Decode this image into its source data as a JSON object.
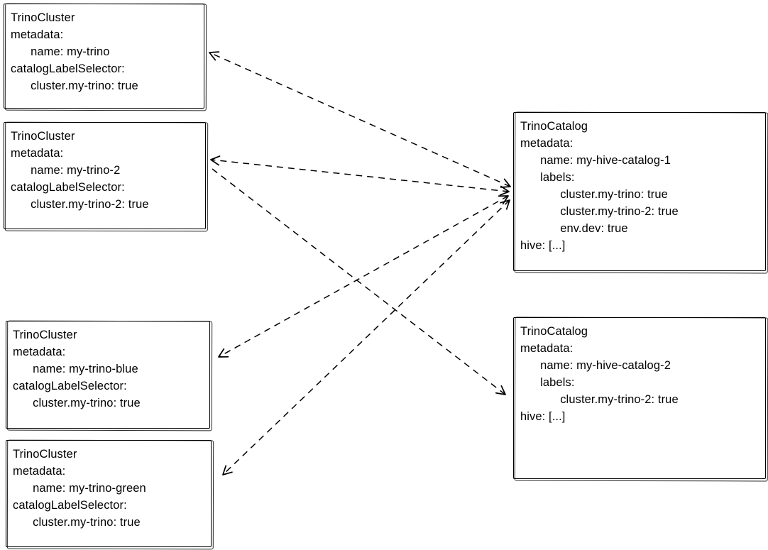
{
  "diagram": {
    "title": "TrinoCluster / TrinoCatalog label selector matching",
    "colors": {
      "ink": "#000000",
      "background": "#ffffff"
    },
    "nodes": [
      {
        "id": "my-trino",
        "kind": "TrinoCluster",
        "lines": [
          "TrinoCluster",
          "metadata:",
          "      name: my-trino",
          "catalogLabelSelector:",
          "      cluster.my-trino: true"
        ]
      },
      {
        "id": "my-trino-2",
        "kind": "TrinoCluster",
        "lines": [
          "TrinoCluster",
          "metadata:",
          "      name: my-trino-2",
          "catalogLabelSelector:",
          "      cluster.my-trino-2: true"
        ]
      },
      {
        "id": "my-trino-blue",
        "kind": "TrinoCluster",
        "lines": [
          "TrinoCluster",
          "metadata:",
          "      name: my-trino-blue",
          "catalogLabelSelector:",
          "      cluster.my-trino: true"
        ]
      },
      {
        "id": "my-trino-green",
        "kind": "TrinoCluster",
        "lines": [
          "TrinoCluster",
          "metadata:",
          "      name: my-trino-green",
          "catalogLabelSelector:",
          "      cluster.my-trino: true"
        ]
      },
      {
        "id": "my-hive-catalog-1",
        "kind": "TrinoCatalog",
        "lines": [
          "TrinoCatalog",
          "metadata:",
          "      name: my-hive-catalog-1",
          "      labels:",
          "            cluster.my-trino: true",
          "            cluster.my-trino-2: true",
          "            env.dev: true",
          "hive: [...]"
        ]
      },
      {
        "id": "my-hive-catalog-2",
        "kind": "TrinoCatalog",
        "lines": [
          "TrinoCatalog",
          "metadata:",
          "      name: my-hive-catalog-2",
          "      labels:",
          "            cluster.my-trino-2: true",
          "hive: [...]"
        ]
      }
    ],
    "edges": [
      {
        "from": "my-hive-catalog-1",
        "to": "my-trino",
        "style": "dashed"
      },
      {
        "from": "my-hive-catalog-1",
        "to": "my-trino-2",
        "style": "dashed"
      },
      {
        "from": "my-hive-catalog-1",
        "to": "my-trino-blue",
        "style": "dashed"
      },
      {
        "from": "my-hive-catalog-1",
        "to": "my-trino-green",
        "style": "dashed"
      },
      {
        "from": "my-trino-2",
        "to": "my-hive-catalog-2",
        "style": "dashed"
      }
    ]
  }
}
